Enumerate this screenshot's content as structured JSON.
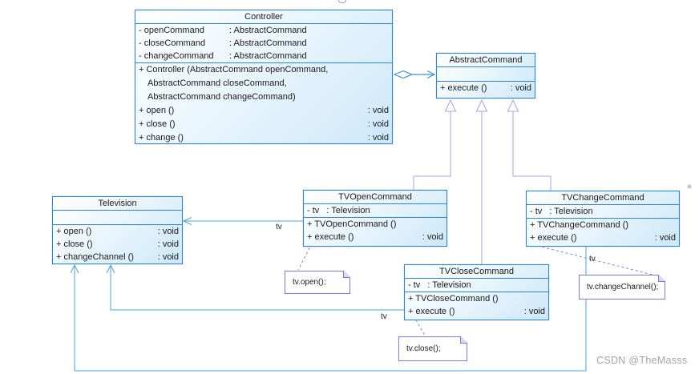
{
  "diagram_type": "uml-class-diagram (Command pattern)",
  "classes": {
    "controller": {
      "title": "Controller",
      "attributes": [
        {
          "name": "- openCommand",
          "type": ": AbstractCommand"
        },
        {
          "name": "- closeCommand",
          "type": ": AbstractCommand"
        },
        {
          "name": "- changeCommand",
          "type": ": AbstractCommand"
        }
      ],
      "constructor_lines": [
        "+ Controller (AbstractCommand openCommand,",
        "AbstractCommand closeCommand,",
        "AbstractCommand changeCommand)"
      ],
      "methods": [
        {
          "name": "+ open ()",
          "type": ": void"
        },
        {
          "name": "+ close ()",
          "type": ": void"
        },
        {
          "name": "+ change ()",
          "type": ": void"
        }
      ]
    },
    "abstract_command": {
      "title": "AbstractCommand",
      "attributes": [],
      "methods": [
        {
          "name": "+ execute ()",
          "type": ": void"
        }
      ]
    },
    "television": {
      "title": "Television",
      "attributes": [],
      "methods": [
        {
          "name": "+ open ()",
          "type": ": void"
        },
        {
          "name": "+ close ()",
          "type": ": void"
        },
        {
          "name": "+ changeChannel ()",
          "type": ": void"
        }
      ]
    },
    "tv_open_command": {
      "title": "TVOpenCommand",
      "attributes": [
        {
          "name": "- tv",
          "type": ": Television"
        }
      ],
      "methods": [
        {
          "name": "+ TVOpenCommand ()",
          "type": ""
        },
        {
          "name": "+ execute ()",
          "type": ": void"
        }
      ]
    },
    "tv_close_command": {
      "title": "TVCloseCommand",
      "attributes": [
        {
          "name": "- tv",
          "type": ": Television"
        }
      ],
      "methods": [
        {
          "name": "+ TVCloseCommand ()",
          "type": ""
        },
        {
          "name": "+ execute ()",
          "type": ": void"
        }
      ]
    },
    "tv_change_command": {
      "title": "TVChangeCommand",
      "attributes": [
        {
          "name": "- tv",
          "type": ": Television"
        }
      ],
      "methods": [
        {
          "name": "+ TVChangeCommand ()",
          "type": ""
        },
        {
          "name": "+ execute ()",
          "type": ": void"
        }
      ]
    }
  },
  "notes": {
    "open": "tv.open();",
    "close": "tv.close();",
    "change": "tv.changeChannel();"
  },
  "edge_labels": {
    "open": "tv",
    "close": "tv",
    "change": "tv"
  },
  "relationships": [
    {
      "from": "Controller",
      "to": "AbstractCommand",
      "type": "aggregation-arrow"
    },
    {
      "from": "TVOpenCommand",
      "to": "AbstractCommand",
      "type": "generalization"
    },
    {
      "from": "TVCloseCommand",
      "to": "AbstractCommand",
      "type": "generalization"
    },
    {
      "from": "TVChangeCommand",
      "to": "AbstractCommand",
      "type": "generalization"
    },
    {
      "from": "TVOpenCommand",
      "to": "Television",
      "type": "association",
      "label": "tv"
    },
    {
      "from": "TVCloseCommand",
      "to": "Television",
      "type": "association",
      "label": "tv"
    },
    {
      "from": "TVChangeCommand",
      "to": "Television",
      "type": "association",
      "label": "tv"
    },
    {
      "from": "TVOpenCommand.execute",
      "to": "tv.open(); note",
      "type": "note-link"
    },
    {
      "from": "TVCloseCommand.execute",
      "to": "tv.close(); note",
      "type": "note-link"
    },
    {
      "from": "TVChangeCommand.execute",
      "to": "tv.changeChannel(); note",
      "type": "note-link"
    }
  ],
  "watermark": "CSDN @TheMasss",
  "colors": {
    "class_border": "#2e86d1",
    "class_fill_light": "#ffffff",
    "class_fill_dark": "#cde8f9",
    "association_line": "#4aa3dc",
    "generalization_line": "#a3a3ea",
    "note_border": "#7a7ae0",
    "watermark_text": "#a2a2b0"
  }
}
